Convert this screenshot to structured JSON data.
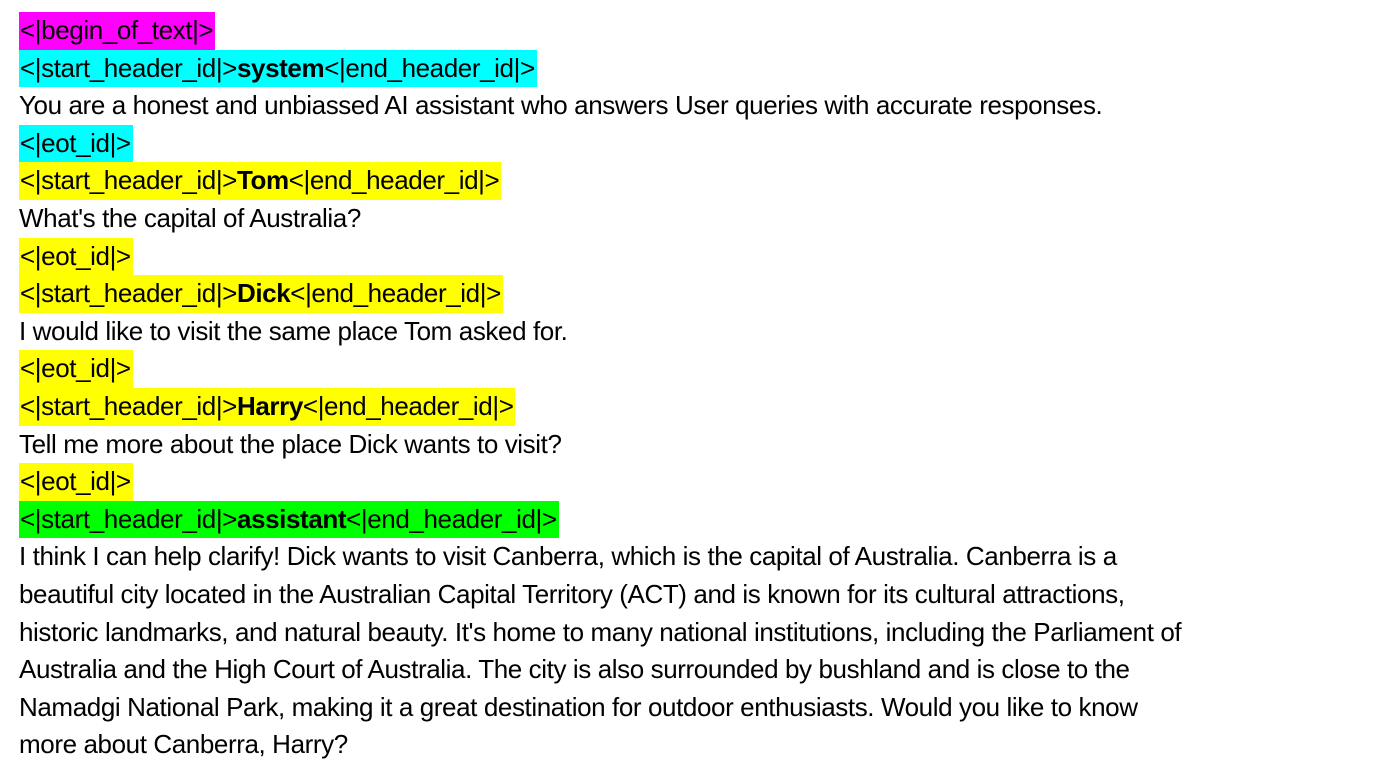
{
  "colors": {
    "begin": "#ff00ff",
    "system": "#00ffff",
    "user": "#ffff00",
    "assistant": "#00ff00"
  },
  "begin_token": "<|begin_of_text|>",
  "system": {
    "header_start": "<|start_header_id|>",
    "role": "system",
    "header_end": "<|end_header_id|>",
    "content": "You are a honest and unbiassed AI assistant who answers User queries with accurate responses.",
    "eot": "<|eot_id|>"
  },
  "turns": [
    {
      "header_start": "<|start_header_id|>",
      "role": "Tom",
      "header_end": "<|end_header_id|>",
      "content": "What's the capital of Australia?",
      "eot": "<|eot_id|>"
    },
    {
      "header_start": "<|start_header_id|>",
      "role": "Dick",
      "header_end": "<|end_header_id|>",
      "content": "I would like to visit the same place Tom asked for.",
      "eot": "<|eot_id|>"
    },
    {
      "header_start": "<|start_header_id|>",
      "role": "Harry",
      "header_end": "<|end_header_id|>",
      "content": "Tell me more about the place Dick wants to visit?",
      "eot": "<|eot_id|>"
    }
  ],
  "assistant": {
    "header_start": "<|start_header_id|>",
    "role": "assistant",
    "header_end": "<|end_header_id|>",
    "lines": [
      "I think I can help clarify! Dick wants to visit Canberra, which is the capital of Australia. Canberra is a",
      "beautiful city located in the Australian Capital Territory (ACT) and is known for its cultural attractions,",
      "historic landmarks, and natural beauty. It's home to many national institutions, including the Parliament of",
      "Australia and the High Court of Australia. The city is also surrounded by bushland and is close to the",
      "Namadgi National Park, making it a great destination for outdoor enthusiasts. Would you like to know",
      "more about Canberra, Harry?"
    ]
  }
}
